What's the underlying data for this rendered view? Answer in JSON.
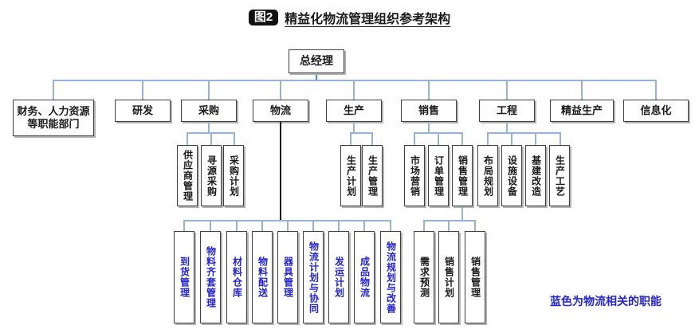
{
  "title": {
    "badge": "图2",
    "text": "精益化物流管理组织参考架构"
  },
  "root": "总经理",
  "l2": [
    "财务、人力资源等职能部门",
    "研发",
    "采购",
    "物流",
    "生产",
    "销售",
    "工程",
    "精益生产",
    "信息化"
  ],
  "purchasing": [
    "供应商管理",
    "寻源采购",
    "采购计划"
  ],
  "production": [
    "生产计划",
    "生产管理"
  ],
  "sales": [
    "市场营销",
    "订单管理",
    "销售管理"
  ],
  "engineering": [
    "布局规划",
    "设施设备",
    "基建改造",
    "生产工艺"
  ],
  "logistics": [
    "到货管理",
    "物料齐套管理",
    "材料仓库",
    "物料配送",
    "器具管理",
    "物流计划与协同",
    "发运计划",
    "成品物流",
    "物流规划与改善"
  ],
  "sales_mgmt": [
    "需求预测",
    "销售计划",
    "销售管理"
  ],
  "note": "蓝色为物流相关的职能",
  "colors": {
    "line": "#95b3d7",
    "line_dark": "#4f81bd",
    "trunk": "#1a1a1a",
    "blue": "#2424cc",
    "border": "#3f3f3f",
    "shadow": "#b3b3b3",
    "badge_bg": "#111111"
  }
}
